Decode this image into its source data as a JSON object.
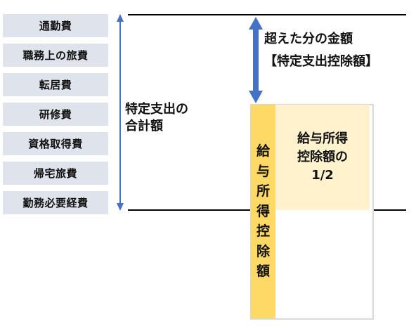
{
  "expenses": [
    "通勤費",
    "職務上の旅費",
    "転居費",
    "研修費",
    "資格取得費",
    "帰宅旅費",
    "勤務必要経費"
  ],
  "total": {
    "line1": "特定支出の",
    "line2": "合計額"
  },
  "excess": {
    "line1": "超えた分の金額",
    "line2": "【特定支出控除額】"
  },
  "deduction_bar": {
    "chars": [
      "給",
      "与",
      "所",
      "得",
      "控",
      "除",
      "額"
    ]
  },
  "half_box": {
    "line1": "給与所得",
    "line2": "控除額の",
    "line3": "1/2"
  },
  "colors": {
    "list_bg": "#dfe3ec",
    "arrow_blue": "#4472c4",
    "deduction_yellow": "#ffd966",
    "half_yellow": "#fff2cc",
    "box_border": "#d6d9e0"
  }
}
